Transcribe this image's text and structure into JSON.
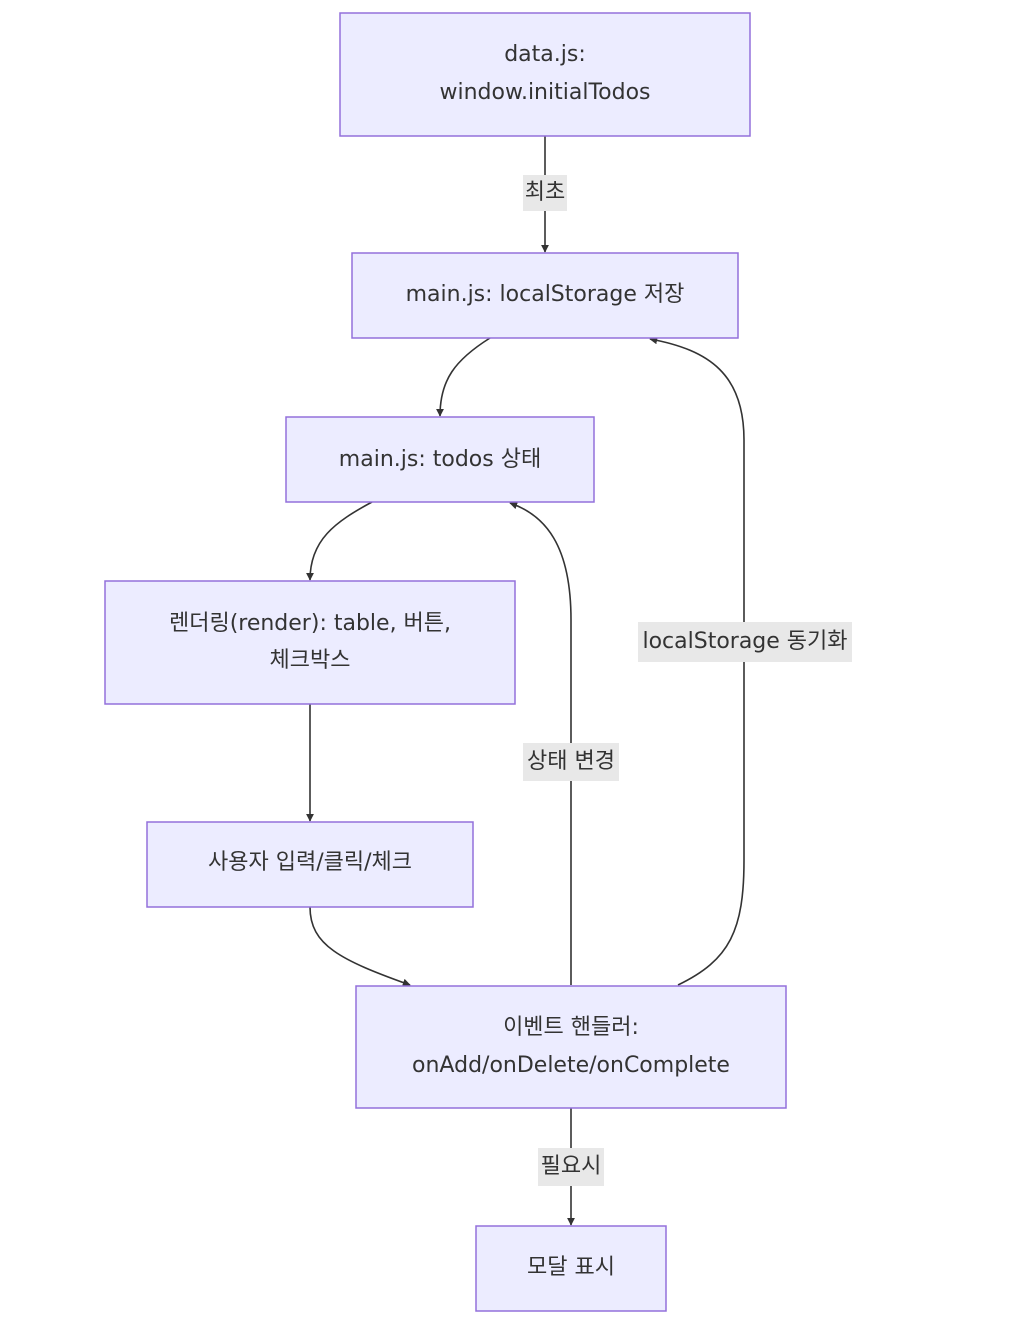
{
  "nodes": {
    "data_js": {
      "line1": "data.js:",
      "line2": "window.initialTodos"
    },
    "storage": {
      "line1": "main.js: localStorage 저장"
    },
    "state": {
      "line1": "main.js: todos 상태"
    },
    "render": {
      "line1": "렌더링(render): table, 버튼,",
      "line2": "체크박스"
    },
    "user_input": {
      "line1": "사용자 입력/클릭/체크"
    },
    "handler": {
      "line1": "이벤트 핸들러:",
      "line2": "onAdd/onDelete/onComplete"
    },
    "modal": {
      "line1": "모달 표시"
    }
  },
  "edges": {
    "initial": "최초",
    "state_change": "상태 변경",
    "sync": "localStorage 동기화",
    "if_needed": "필요시"
  },
  "colors": {
    "node_fill": "#ececff",
    "node_stroke": "#9370db",
    "edge": "#333333",
    "label_bg": "#e8e8e8"
  }
}
